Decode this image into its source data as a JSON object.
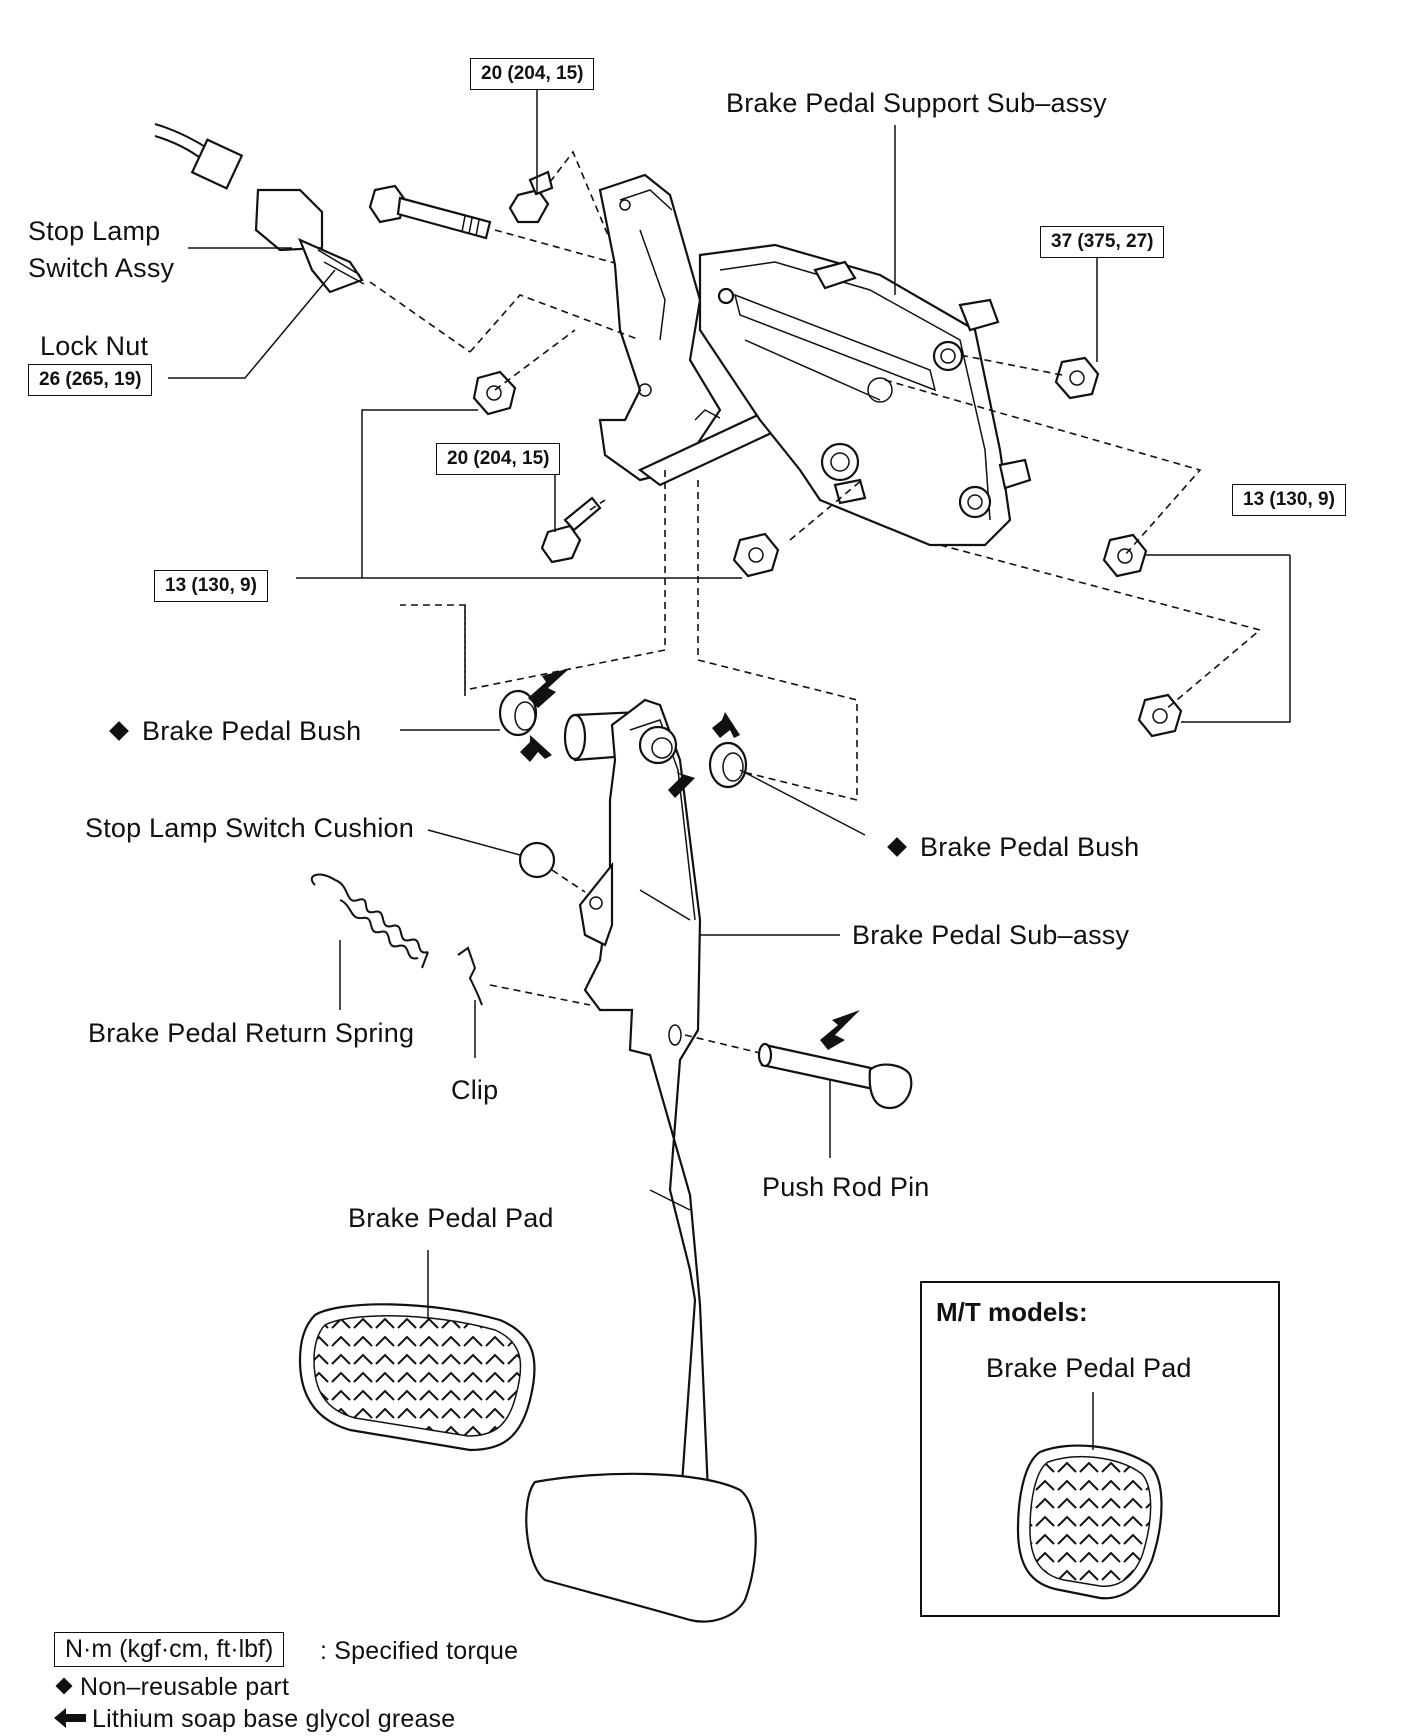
{
  "labels": {
    "brake_pedal_support": "Brake Pedal Support Sub–assy",
    "stop_lamp_switch_line1": "Stop Lamp",
    "stop_lamp_switch_line2": "Switch Assy",
    "lock_nut": "Lock Nut",
    "brake_pedal_bush_left": "Brake Pedal Bush",
    "brake_pedal_bush_right": "Brake Pedal Bush",
    "stop_lamp_switch_cushion": "Stop Lamp Switch Cushion",
    "brake_pedal_sub_assy": "Brake Pedal Sub–assy",
    "brake_pedal_return_spring": "Brake Pedal Return Spring",
    "clip": "Clip",
    "push_rod_pin": "Push Rod Pin",
    "brake_pedal_pad": "Brake Pedal Pad"
  },
  "torques": {
    "top_bolt": "20 (204, 15)",
    "right_nut": "37 (375, 27)",
    "lock_nut": "26 (265, 19)",
    "mid_bolt": "20 (204, 15)",
    "left_nuts": "13 (130, 9)",
    "right_nuts": "13 (130, 9)"
  },
  "inset": {
    "title": "M/T models:",
    "pad_label": "Brake Pedal Pad"
  },
  "legend": {
    "torque_units": "N·m (kgf·cm, ft·lbf)",
    "torque_desc": ": Specified torque",
    "non_reusable": "Non–reusable part",
    "grease": "Lithium soap base glycol grease"
  }
}
